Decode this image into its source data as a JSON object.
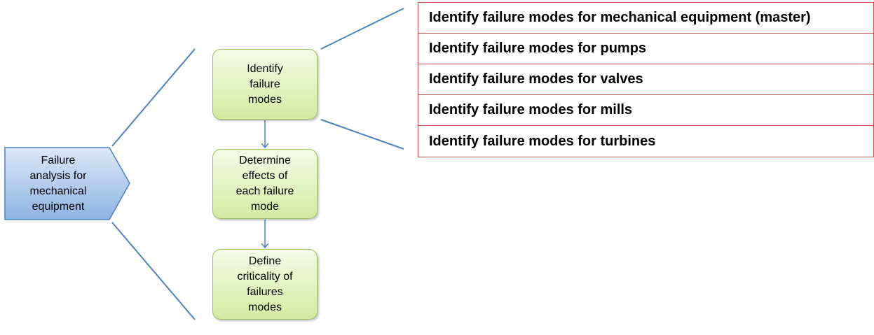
{
  "diagram": {
    "root": {
      "label_lines": [
        "Failure",
        "analysis for",
        "mechanical",
        "equipment"
      ]
    },
    "steps": [
      {
        "label_lines": [
          "Identify",
          "failure",
          "modes"
        ]
      },
      {
        "label_lines": [
          "Determine",
          "effects of",
          "each failure",
          "mode"
        ]
      },
      {
        "label_lines": [
          "Define",
          "criticality of",
          "failures",
          "modes"
        ]
      }
    ],
    "details": [
      "Identify failure modes for mechanical  equipment (master)",
      "Identify failure modes for pumps",
      "Identify failure modes for valves",
      "Identify failure modes for mills",
      "Identify failure modes for turbines"
    ],
    "colors": {
      "connector": "#4f81bd",
      "chevron_fill_top": "#dce8f8",
      "chevron_fill_bottom": "#8db3e2",
      "step_border": "#9dc15c",
      "step_fill": "#e3f2c1",
      "detail_border": "#c0504d"
    }
  }
}
